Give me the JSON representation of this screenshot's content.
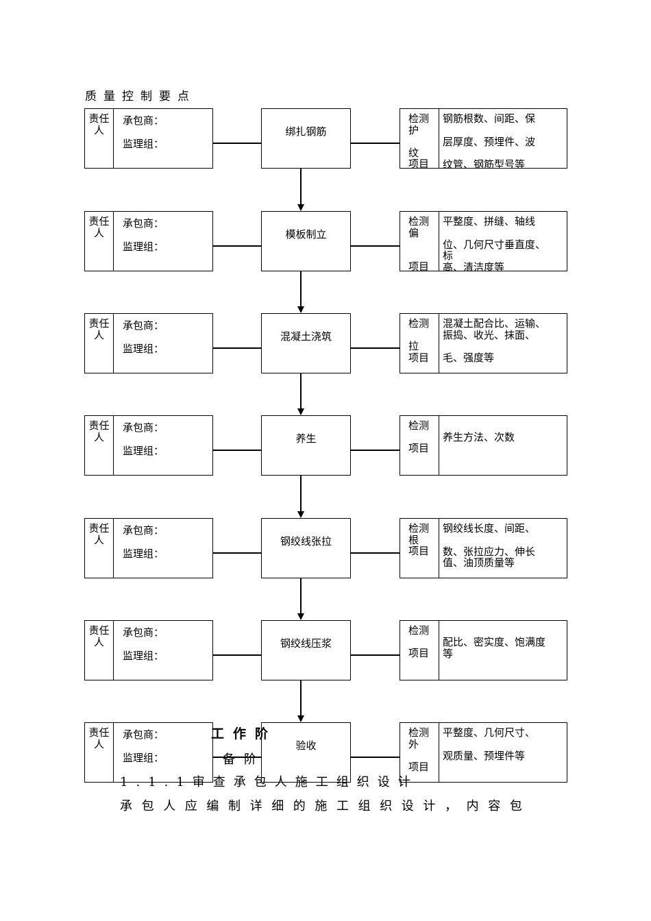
{
  "title": "质量控制要点",
  "left_labels": {
    "role": "责任人",
    "contractor": "承包商：",
    "supervisor": "监理组："
  },
  "steps": [
    {
      "name": "绑扎钢筋",
      "label": "检测\n护\n\n纹\n项目",
      "content": "钢筋根数、间距、保\n\n层厚度、预埋件、波\n\n纹管、钢筋型号等"
    },
    {
      "name": "模板制立",
      "label": "检测\n偏\n\n\n项目",
      "content": "平整度、拼缝、轴线\n\n位、几何尺寸垂直度、\n标\n高、清洁度等"
    },
    {
      "name": "混凝土浇筑",
      "label": "检测\n\n拉\n项目",
      "content": "混凝土配合比、运输、\n振捣、收光、抹面、\n\n毛、强度等"
    },
    {
      "name": "养生",
      "label": "检测\n\n项目",
      "content": "\n养生方法、次数"
    },
    {
      "name": "钢绞线张拉",
      "label": "检测\n根\n项目",
      "content": "钢绞线长度、间距、\n\n数、张拉应力、伸长\n值、油顶质量等"
    },
    {
      "name": "钢绞线压浆",
      "label": "检测\n\n项目",
      "content": "\n配比、密实度、饱满度\n等"
    },
    {
      "name": "验收",
      "label": "检测\n外\n\n项目",
      "content": "平整度、几何尺寸、\n\n观质量、预埋件等"
    }
  ],
  "background_text": {
    "heading": "工作阶",
    "sub": "备阶",
    "line1": "1.1.1审查承包人施工组织设计",
    "line2": "承包人应编制详细的施工组织设计，内容包"
  }
}
